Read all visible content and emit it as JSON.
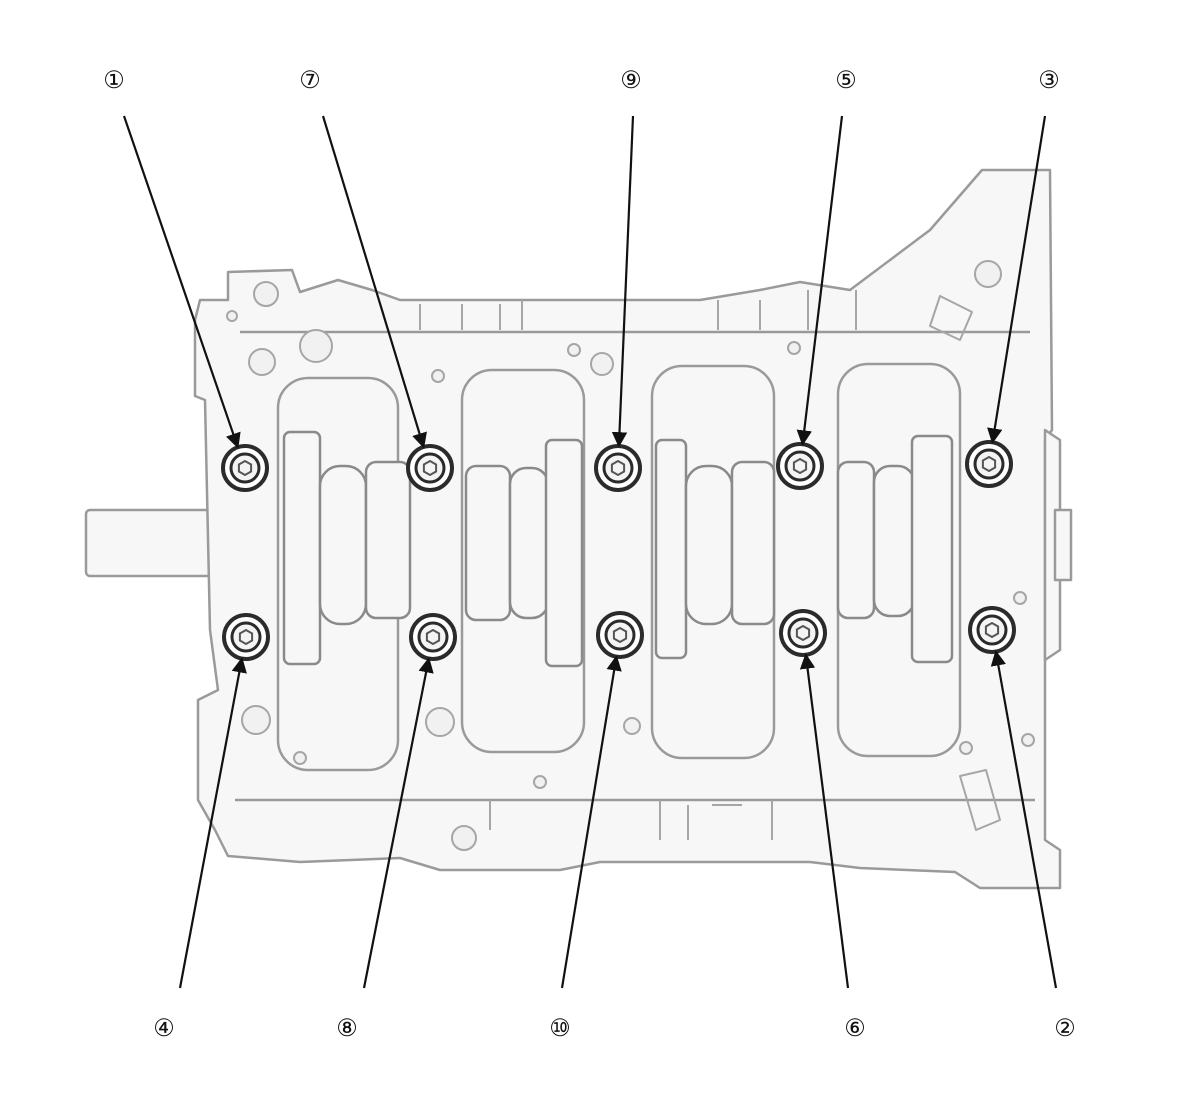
{
  "diagram": {
    "callouts": [
      {
        "label": "①",
        "bolt": "upper-1"
      },
      {
        "label": "⑦",
        "bolt": "upper-2"
      },
      {
        "label": "⑨",
        "bolt": "upper-3"
      },
      {
        "label": "⑤",
        "bolt": "upper-4"
      },
      {
        "label": "③",
        "bolt": "upper-5"
      },
      {
        "label": "④",
        "bolt": "lower-1"
      },
      {
        "label": "⑧",
        "bolt": "lower-2"
      },
      {
        "label": "⑩",
        "bolt": "lower-3"
      },
      {
        "label": "⑥",
        "bolt": "lower-4"
      },
      {
        "label": "②",
        "bolt": "lower-5"
      }
    ],
    "colors": {
      "line": "#111111",
      "casting": "#9a9a9a",
      "casting_fill": "#f7f7f7",
      "bolt_ring": "#2b2b2b"
    }
  }
}
